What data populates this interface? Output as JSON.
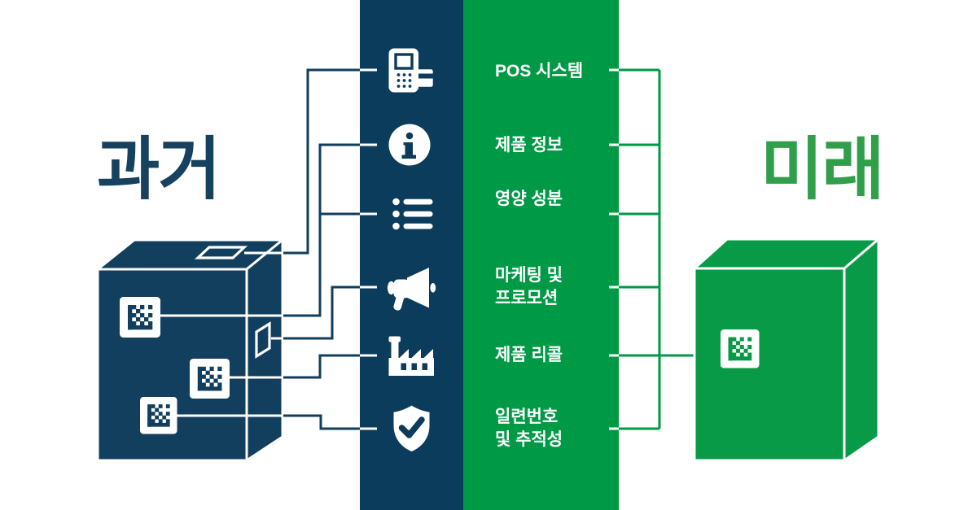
{
  "palette": {
    "navy_column": "#0b3c5b",
    "navy_box": "#133f5e",
    "green_column": "#009945",
    "green_box": "#089a47",
    "title_navy": "#17425f",
    "title_green": "#2f9f4a",
    "line_white": "#ffffff"
  },
  "past": {
    "title": "과거"
  },
  "future": {
    "title": "미래"
  },
  "features": [
    {
      "label": "POS 시스템",
      "icon": "pos-terminal-icon"
    },
    {
      "label": "제품 정보",
      "icon": "info-icon"
    },
    {
      "label": "영양 성분",
      "icon": "list-icon"
    },
    {
      "label": "마케팅 및\n프로모션",
      "icon": "megaphone-icon"
    },
    {
      "label": "제품 리콜",
      "icon": "factory-icon"
    },
    {
      "label": "일련번호\n및 추적성",
      "icon": "shield-check-icon"
    }
  ]
}
